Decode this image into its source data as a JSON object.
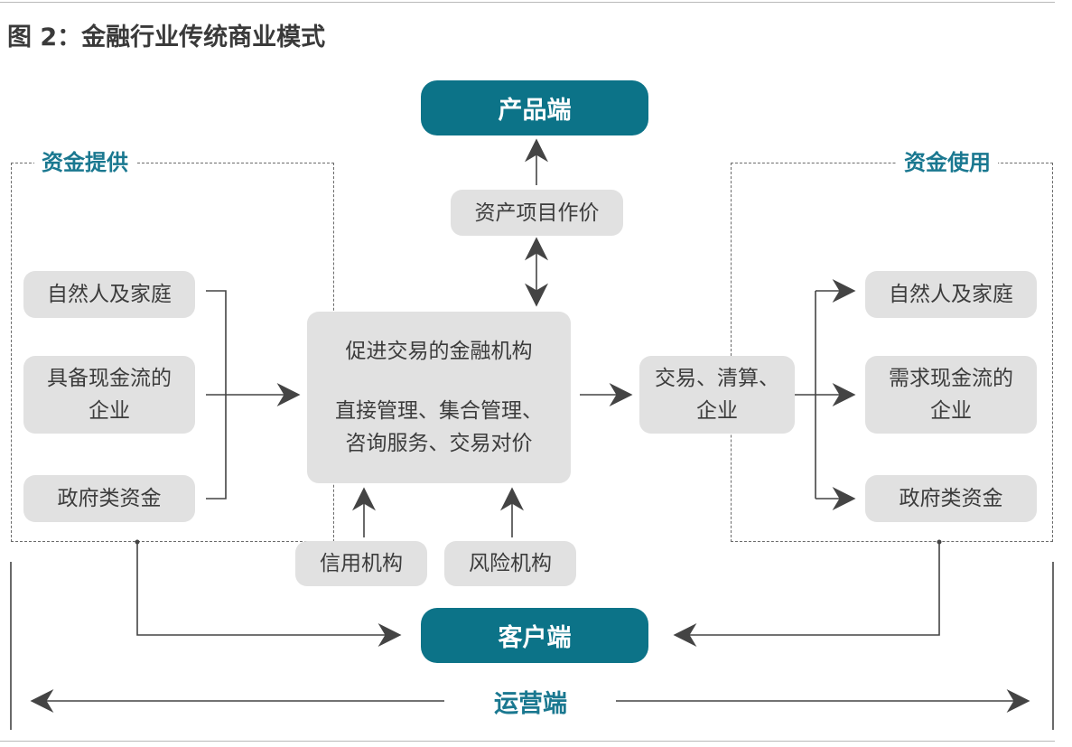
{
  "title": "图 2：金融行业传统商业模式",
  "product_end": "产品端",
  "customer_end": "客户端",
  "operations_end": "运营端",
  "asset_pricing": "资产项目作价",
  "funds_supply": {
    "label": "资金提供",
    "items": [
      "自然人及家庭",
      "具备现金流的企业",
      "政府类资金"
    ]
  },
  "funds_use": {
    "label": "资金使用",
    "items": [
      "自然人及家庭",
      "需求现金流的企业",
      "政府类资金"
    ]
  },
  "center": {
    "title": "促进交易的金融机构",
    "line1": "直接管理、集合管理、",
    "line2": "咨询服务、交易对价"
  },
  "trade_box": {
    "line1": "交易、清算、",
    "line2": "企业"
  },
  "credit_agency": "信用机构",
  "risk_agency": "风险机构",
  "colors": {
    "teal": "#0c7388",
    "label_teal": "#1a7890",
    "box_gray": "#e1e1e1",
    "line": "#444444"
  }
}
